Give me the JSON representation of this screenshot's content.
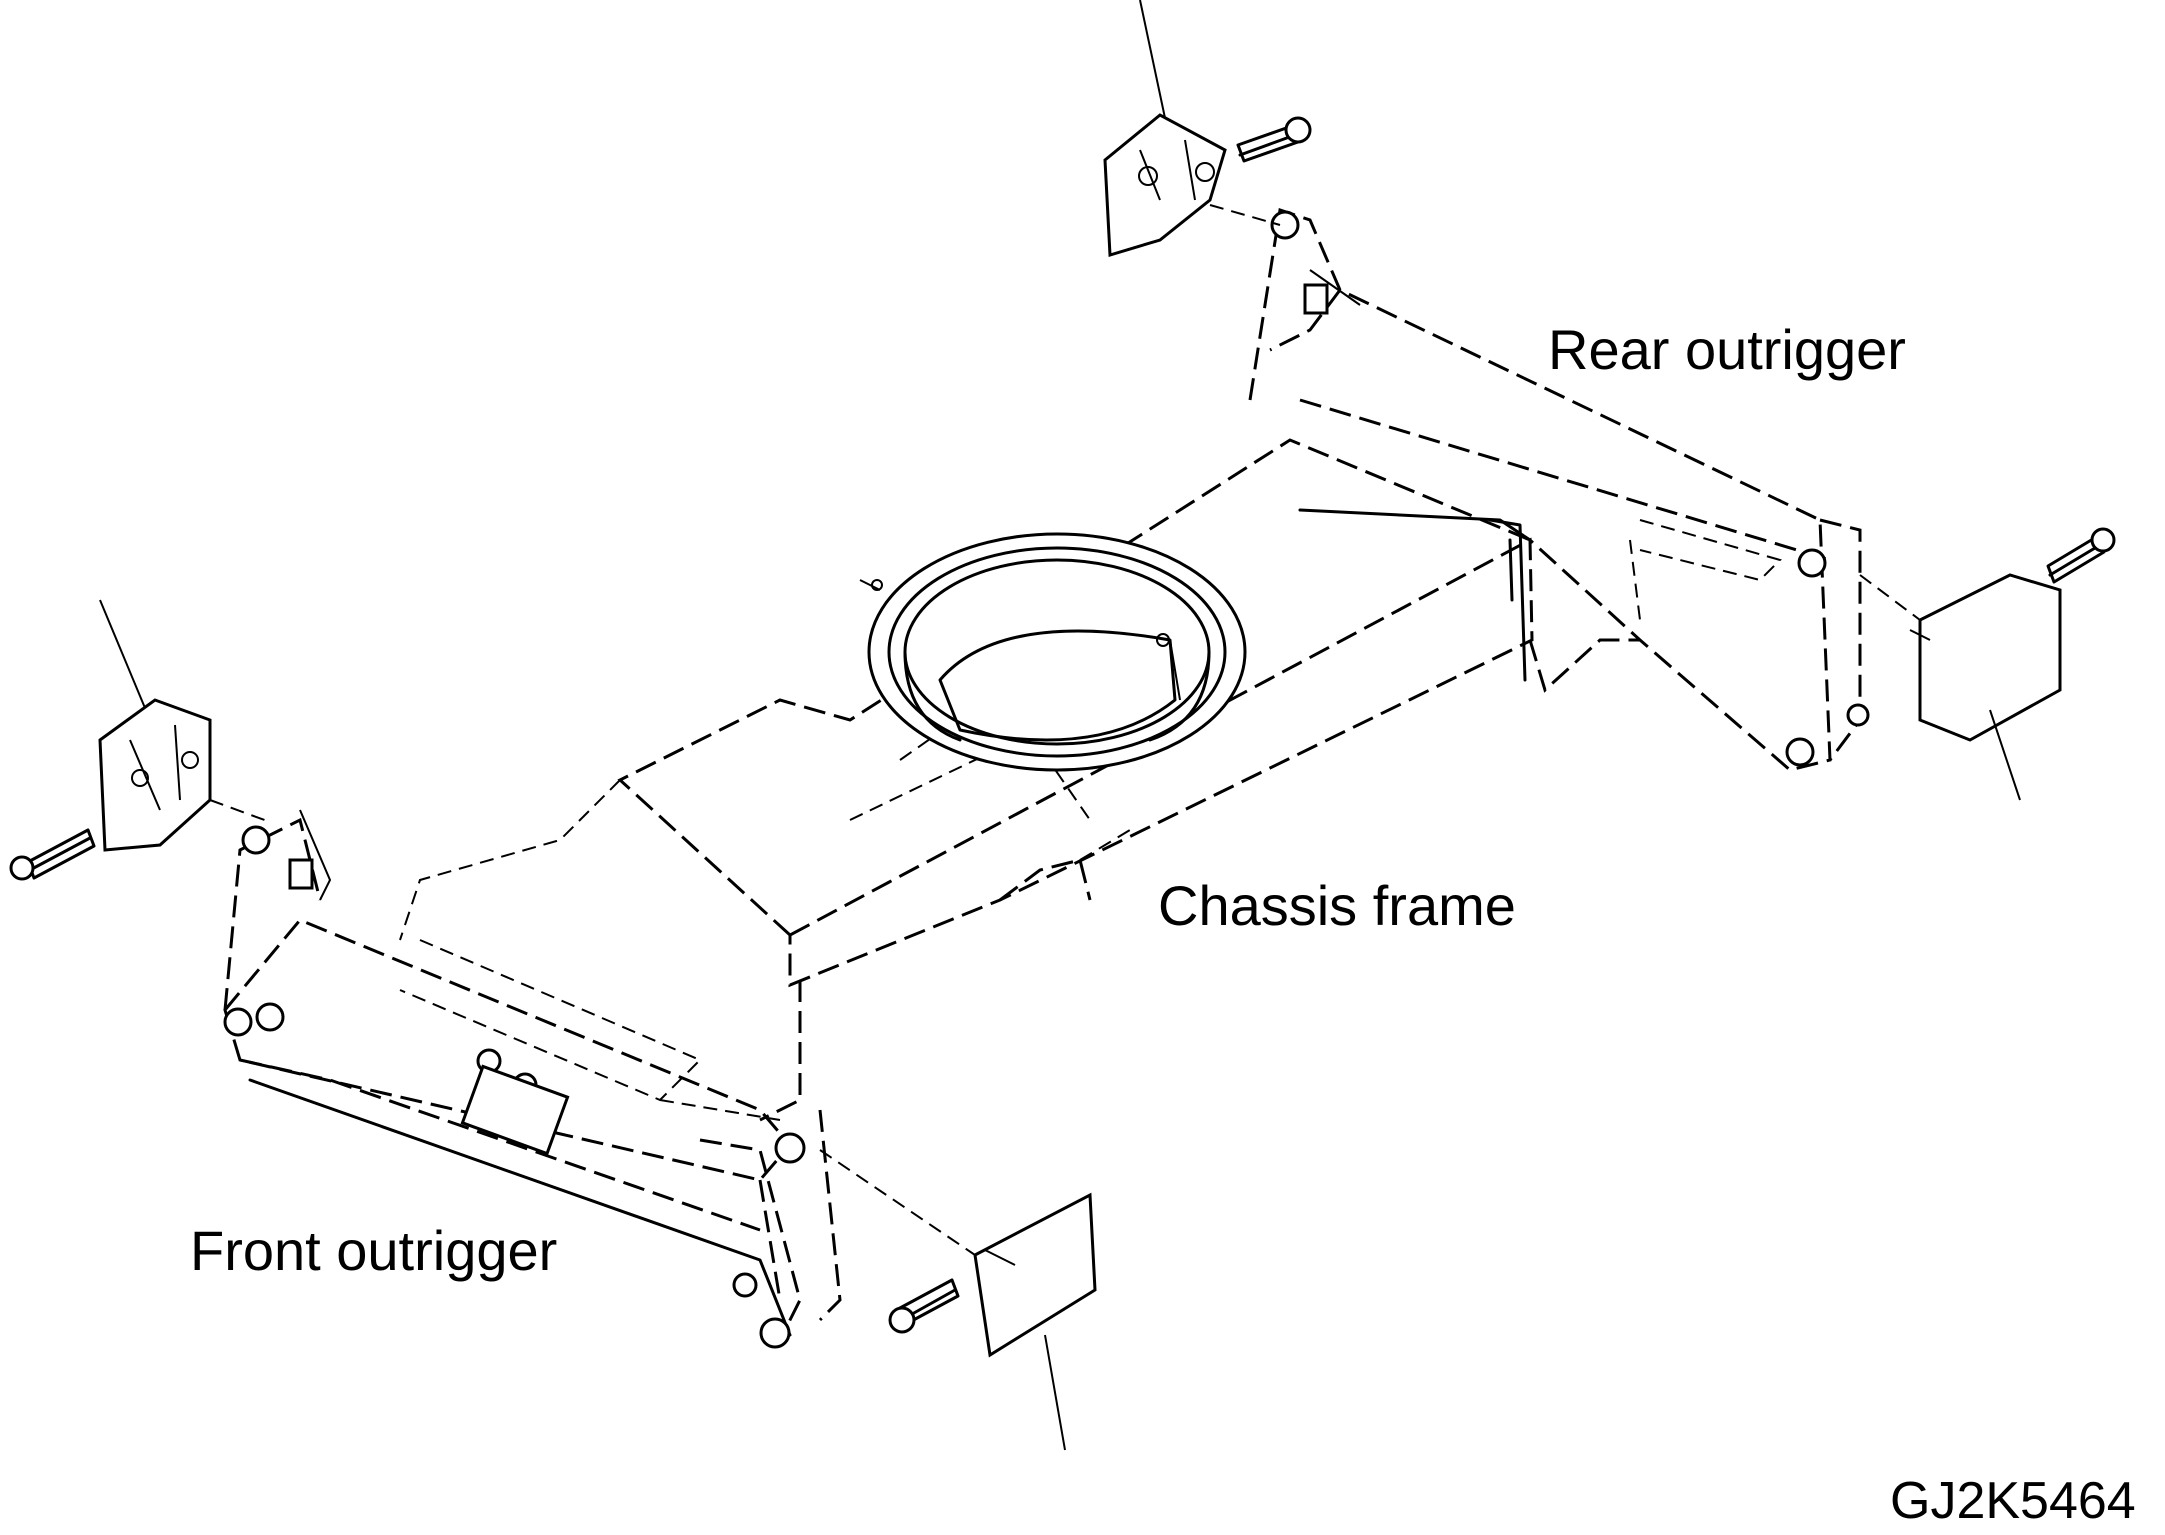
{
  "labels": {
    "rear_outrigger": "Rear outrigger",
    "chassis_frame": "Chassis frame",
    "front_outrigger": "Front outrigger",
    "drawing_code": "GJ2K5464"
  },
  "colors": {
    "ink": "#000000",
    "background": "#ffffff"
  }
}
